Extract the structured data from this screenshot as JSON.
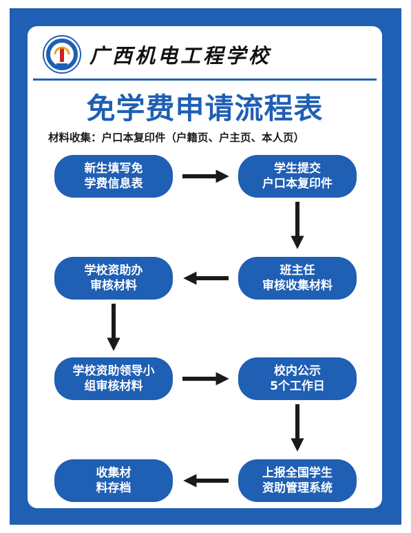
{
  "header": {
    "school_name": "广西机电工程学校",
    "logo_icon": "school-emblem-icon"
  },
  "title": "免学费申请流程表",
  "materials_note": "材料收集：户口本复印件（户籍页、户主页、本人页）",
  "colors": {
    "brand_blue": "#1f5fb4",
    "arrow": "#1a1a1a"
  },
  "steps": [
    {
      "id": "step1",
      "lines": [
        "新生填写免",
        "学费信息表"
      ]
    },
    {
      "id": "step2",
      "lines": [
        "学生提交",
        "户口本复印件"
      ]
    },
    {
      "id": "step3",
      "lines": [
        "班主任",
        "审核收集材料"
      ]
    },
    {
      "id": "step4",
      "lines": [
        "学校资助办",
        "审核材料"
      ]
    },
    {
      "id": "step5",
      "lines": [
        "学校资助领导小",
        "组审核材料"
      ]
    },
    {
      "id": "step6",
      "lines": [
        "校内公示",
        "5个工作日"
      ]
    },
    {
      "id": "step7",
      "lines": [
        "上报全国学生",
        "资助管理系统"
      ]
    },
    {
      "id": "step8",
      "lines": [
        "收集材",
        "料存档"
      ]
    }
  ],
  "arrows": [
    {
      "from": "step1",
      "to": "step2",
      "direction": "right"
    },
    {
      "from": "step2",
      "to": "step3",
      "direction": "down"
    },
    {
      "from": "step3",
      "to": "step4",
      "direction": "left"
    },
    {
      "from": "step4",
      "to": "step5",
      "direction": "down"
    },
    {
      "from": "step5",
      "to": "step6",
      "direction": "right"
    },
    {
      "from": "step6",
      "to": "step7",
      "direction": "down"
    },
    {
      "from": "step7",
      "to": "step8",
      "direction": "left"
    }
  ]
}
